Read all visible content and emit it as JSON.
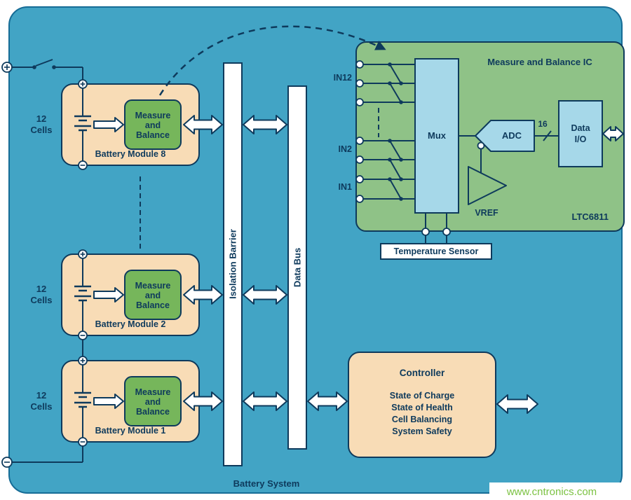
{
  "colors": {
    "system_blue": "#42a4c5",
    "module_peach": "#f8dcb6",
    "measure_green": "#76b65b",
    "ic_green": "#8fc287",
    "block_light_blue": "#a6d8e9",
    "line_navy": "#0e3a5c",
    "watermark_green": "#7cc243"
  },
  "system": {
    "label": "Battery System"
  },
  "watermark": "www.cntronics.com",
  "modules": [
    {
      "name": "Battery Module 8",
      "cells_top": "12",
      "cells_bottom": "Cells",
      "mb": [
        "Measure",
        "and",
        "Balance"
      ]
    },
    {
      "name": "Battery Module 2",
      "cells_top": "12",
      "cells_bottom": "Cells",
      "mb": [
        "Measure",
        "and",
        "Balance"
      ]
    },
    {
      "name": "Battery Module 1",
      "cells_top": "12",
      "cells_bottom": "Cells",
      "mb": [
        "Measure",
        "and",
        "Balance"
      ]
    }
  ],
  "buses": {
    "isolation_barrier": "Isolation Barrier",
    "data_bus": "Data Bus"
  },
  "ic": {
    "title": "Measure and Balance IC",
    "part": "LTC6811",
    "mux": "Mux",
    "adc": "ADC",
    "vref": "VREF",
    "bus_width": "16",
    "data_io": [
      "Data",
      "I/O"
    ],
    "inputs": [
      "IN12",
      "IN2",
      "IN1"
    ]
  },
  "temperature_sensor": "Temperature Sensor",
  "controller": {
    "title": "Controller",
    "lines": [
      "State of Charge",
      "State of Health",
      "Cell Balancing",
      "System Safety"
    ]
  }
}
